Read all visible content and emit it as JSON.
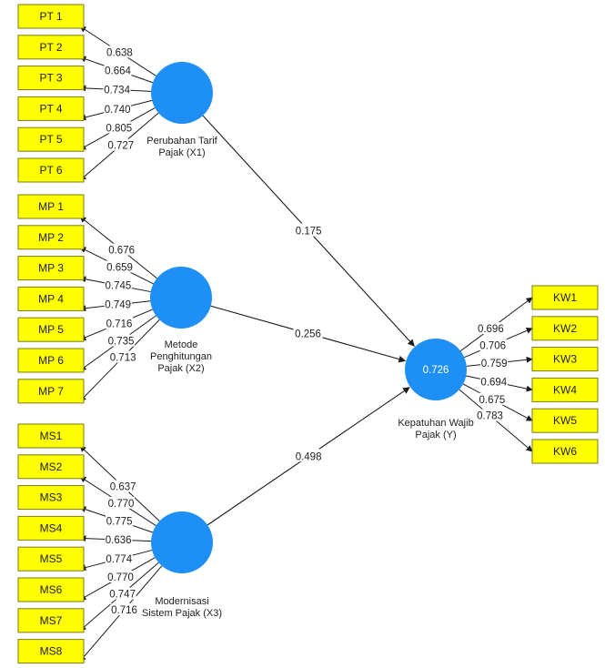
{
  "colors": {
    "indicator_fill": "#FFFF00",
    "indicator_stroke": "#7A7A1A",
    "latent_fill": "#1E90F5",
    "arrow": "#1A1A1A"
  },
  "latents": [
    {
      "id": "X1",
      "lines": [
        "Perubahan Tarif",
        "Pajak (X1)"
      ],
      "r2": ""
    },
    {
      "id": "X2",
      "lines": [
        "Metode",
        "Penghitungan",
        "Pajak (X2)"
      ],
      "r2": ""
    },
    {
      "id": "X3",
      "lines": [
        "Modernisasi",
        "Sistem Pajak (X3)"
      ],
      "r2": ""
    },
    {
      "id": "Y",
      "lines": [
        "Kepatuhan Wajib",
        "Pajak (Y)"
      ],
      "r2": "0.726"
    }
  ],
  "indicators": {
    "X1": [
      {
        "label": "PT 1",
        "loading": "0.638"
      },
      {
        "label": "PT 2",
        "loading": "0.664"
      },
      {
        "label": "PT 3",
        "loading": "0.734"
      },
      {
        "label": "PT 4",
        "loading": "0.740"
      },
      {
        "label": "PT 5",
        "loading": "0.805"
      },
      {
        "label": "PT 6",
        "loading": "0.727"
      }
    ],
    "X2": [
      {
        "label": "MP 1",
        "loading": "0.676"
      },
      {
        "label": "MP 2",
        "loading": "0.659"
      },
      {
        "label": "MP 3",
        "loading": "0.745"
      },
      {
        "label": "MP 4",
        "loading": "0.749"
      },
      {
        "label": "MP 5",
        "loading": "0.716"
      },
      {
        "label": "MP 6",
        "loading": "0.735"
      },
      {
        "label": "MP 7",
        "loading": "0.713"
      }
    ],
    "X3": [
      {
        "label": "MS1",
        "loading": "0.637"
      },
      {
        "label": "MS2",
        "loading": "0.770"
      },
      {
        "label": "MS3",
        "loading": "0.775"
      },
      {
        "label": "MS4",
        "loading": "0.636"
      },
      {
        "label": "MS5",
        "loading": "0.774"
      },
      {
        "label": "MS6",
        "loading": "0.770"
      },
      {
        "label": "MS7",
        "loading": "0.747"
      },
      {
        "label": "MS8",
        "loading": "0.716"
      }
    ],
    "Y": [
      {
        "label": "KW1",
        "loading": "0.696"
      },
      {
        "label": "KW2",
        "loading": "0.706"
      },
      {
        "label": "KW3",
        "loading": "0.759"
      },
      {
        "label": "KW4",
        "loading": "0.694"
      },
      {
        "label": "KW5",
        "loading": "0.675"
      },
      {
        "label": "KW6",
        "loading": "0.783"
      }
    ]
  },
  "paths": [
    {
      "from": "X1",
      "to": "Y",
      "coef": "0.175"
    },
    {
      "from": "X2",
      "to": "Y",
      "coef": "0.256"
    },
    {
      "from": "X3",
      "to": "Y",
      "coef": "0.498"
    }
  ]
}
